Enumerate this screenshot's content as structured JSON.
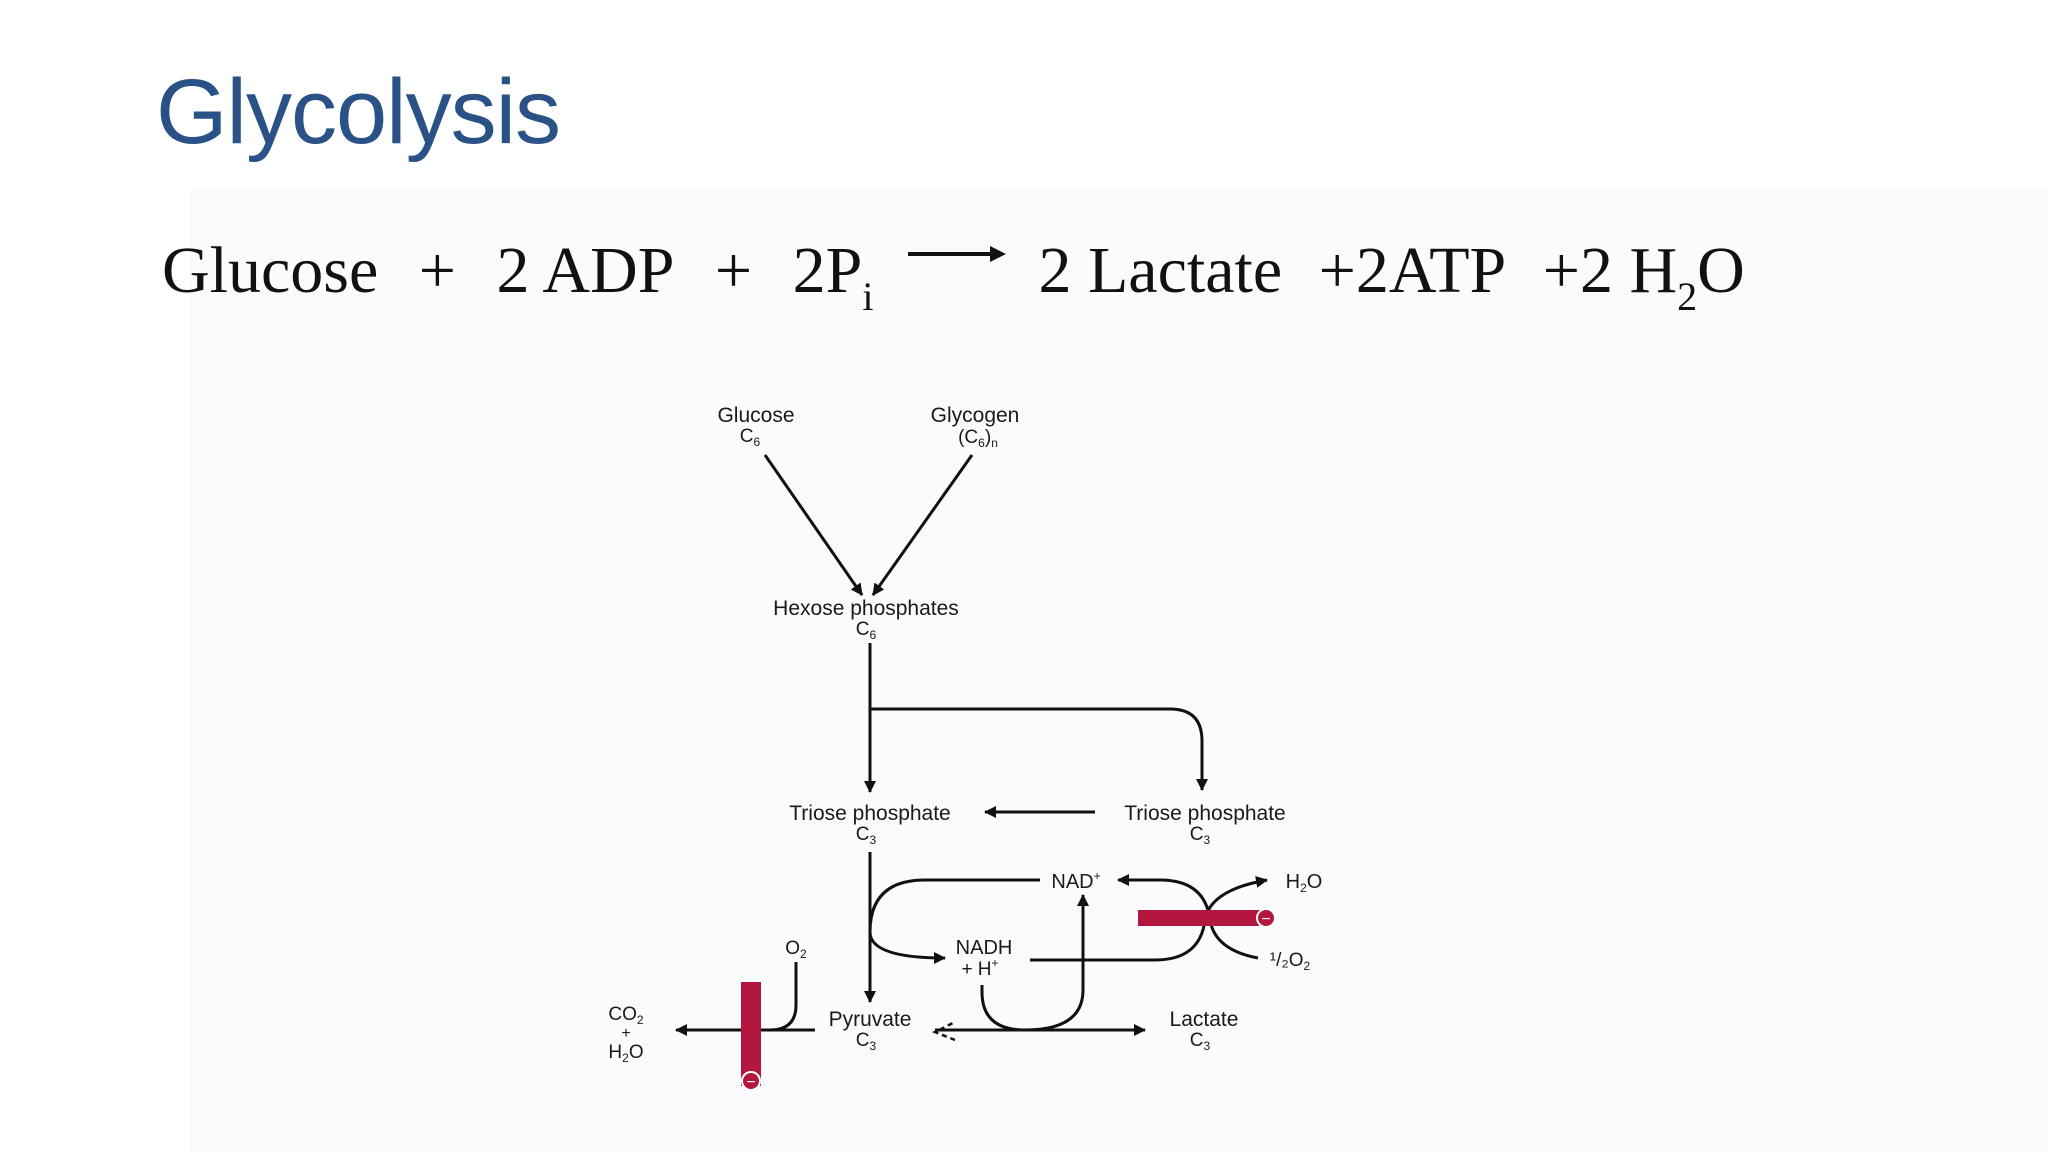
{
  "slide": {
    "title": "Glycolysis"
  },
  "equation": {
    "reactant_1": "Glucose",
    "plus": "+",
    "reactant_2": "2 ADP",
    "reactant_3": "2P",
    "reactant_3_sub": "i",
    "product_1": "2 Lactate",
    "product_2": "+2ATP",
    "product_3": "+2 H",
    "product_3_sub": "2",
    "product_3_tail": "O"
  },
  "diagram": {
    "glucose": {
      "name": "Glucose",
      "carbon": "C",
      "carbon_sub": "6"
    },
    "glycogen": {
      "name": "Glycogen",
      "carbon": "(C",
      "carbon_sub": "6",
      "carbon_tail": ")",
      "carbon_n": "n"
    },
    "hexose": {
      "name": "Hexose phosphates",
      "carbon": "C",
      "carbon_sub": "6"
    },
    "triose_left": {
      "name": "Triose phosphate",
      "carbon": "C",
      "carbon_sub": "3"
    },
    "triose_right": {
      "name": "Triose phosphate",
      "carbon": "C",
      "carbon_sub": "3"
    },
    "nad": {
      "name": "NAD",
      "sup": "+"
    },
    "nadh": {
      "name": "NADH",
      "h": "+ H",
      "h_sup": "+"
    },
    "water_out": {
      "name": "H",
      "sub": "2",
      "tail": "O"
    },
    "half_oxygen": {
      "prefix": "¹/₂O",
      "sub": "2"
    },
    "oxygen": {
      "name": "O",
      "sub": "2"
    },
    "pyruvate": {
      "name": "Pyruvate",
      "carbon": "C",
      "carbon_sub": "3"
    },
    "lactate": {
      "name": "Lactate",
      "carbon": "C",
      "carbon_sub": "3"
    },
    "co2": {
      "name": "CO",
      "sub": "2",
      "plus": "+",
      "water": "H",
      "water_sub": "2",
      "water_tail": "O"
    },
    "inhibitor_symbol": "−",
    "colors": {
      "inhibitor": "#b3163f",
      "arrows": "#111111",
      "title": "#2a5286"
    }
  }
}
